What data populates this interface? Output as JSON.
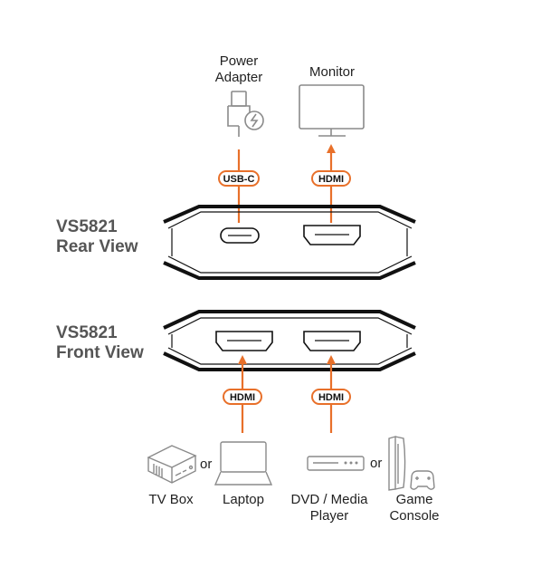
{
  "colors": {
    "accent": "#e8702a",
    "icon": "#8a8a8a",
    "outline": "#111111",
    "title": "#555555"
  },
  "rear": {
    "title_line1": "VS5821",
    "title_line2": "Rear View",
    "ports": [
      {
        "type": "usb-c",
        "tag": "USB-C",
        "device": {
          "line1": "Power",
          "line2": "Adapter",
          "icon": "power-adapter-icon"
        },
        "direction": "in"
      },
      {
        "type": "hdmi",
        "tag": "HDMI",
        "device": {
          "line1": "Monitor",
          "line2": "",
          "icon": "monitor-icon"
        },
        "direction": "out"
      }
    ]
  },
  "front": {
    "title_line1": "VS5821",
    "title_line2": "Front View",
    "ports": [
      {
        "type": "hdmi",
        "tag": "HDMI",
        "devices": [
          {
            "label1": "TV Box",
            "label2": "",
            "icon": "tv-box-icon"
          },
          {
            "label1": "Laptop",
            "label2": "",
            "icon": "laptop-icon"
          }
        ],
        "separator": "or"
      },
      {
        "type": "hdmi",
        "tag": "HDMI",
        "devices": [
          {
            "label1": "DVD / Media",
            "label2": "Player",
            "icon": "media-player-icon"
          },
          {
            "label1": "Game",
            "label2": "Console",
            "icon": "game-console-icon"
          }
        ],
        "separator": "or"
      }
    ]
  }
}
